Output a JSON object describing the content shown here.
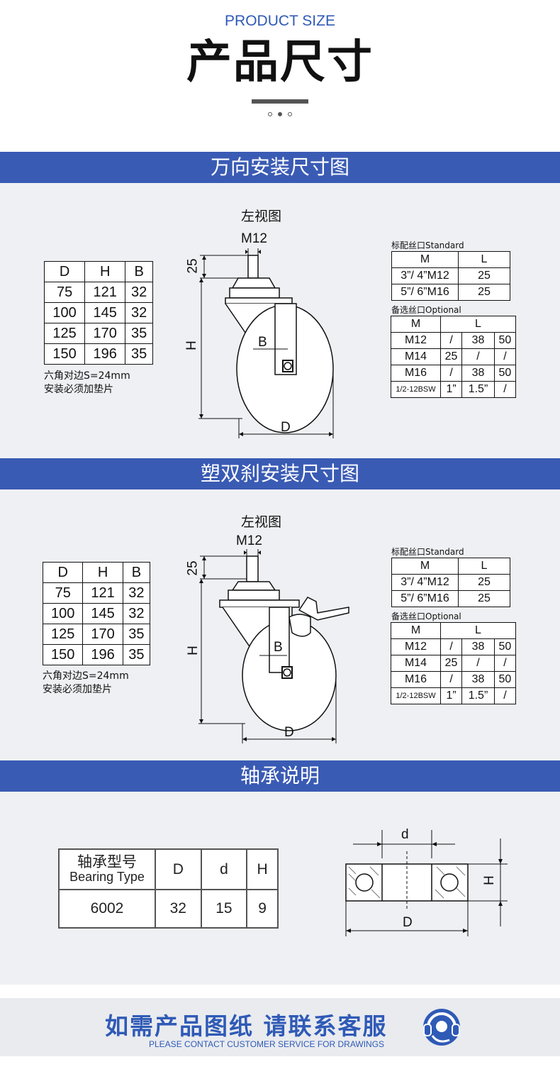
{
  "header": {
    "title_en": "PRODUCT SIZE",
    "title_cn": "产品尺寸"
  },
  "sections": {
    "swivel": {
      "band": "万向安装尺寸图",
      "view_label": "左视图",
      "thread_label": "M12",
      "dim_25": "25",
      "dim_h": "H",
      "dim_b": "B",
      "dim_d": "D",
      "dims_table": {
        "headers": [
          "D",
          "H",
          "B"
        ],
        "rows": [
          [
            "75",
            "121",
            "32"
          ],
          [
            "100",
            "145",
            "32"
          ],
          [
            "125",
            "170",
            "35"
          ],
          [
            "150",
            "196",
            "35"
          ]
        ]
      },
      "note_1": "六角对边S=24mm",
      "note_2": "安装必须加垫片",
      "standard_title": "标配丝口Standard",
      "standard_table": {
        "headers": [
          "M",
          "L"
        ],
        "rows": [
          [
            "3”/ 4”M12",
            "25"
          ],
          [
            "5”/ 6”M16",
            "25"
          ]
        ]
      },
      "optional_title": "备选丝口Optional",
      "optional_table": {
        "headers": [
          "M",
          "L"
        ],
        "rows": [
          [
            "M12",
            "/",
            "38",
            "50"
          ],
          [
            "M14",
            "25",
            "/",
            "/"
          ],
          [
            "M16",
            "/",
            "38",
            "50"
          ],
          [
            "1/2-12BSW",
            "1”",
            "1.5”",
            "/"
          ]
        ]
      }
    },
    "brake": {
      "band": "塑双刹安装尺寸图",
      "view_label": "左视图",
      "thread_label": "M12",
      "dim_25": "25",
      "dim_h": "H",
      "dim_b": "B",
      "dim_d": "D",
      "dims_table": {
        "headers": [
          "D",
          "H",
          "B"
        ],
        "rows": [
          [
            "75",
            "121",
            "32"
          ],
          [
            "100",
            "145",
            "32"
          ],
          [
            "125",
            "170",
            "35"
          ],
          [
            "150",
            "196",
            "35"
          ]
        ]
      },
      "note_1": "六角对边S=24mm",
      "note_2": "安装必须加垫片",
      "standard_title": "标配丝口Standard",
      "standard_table": {
        "headers": [
          "M",
          "L"
        ],
        "rows": [
          [
            "3”/ 4”M12",
            "25"
          ],
          [
            "5”/ 6”M16",
            "25"
          ]
        ]
      },
      "optional_title": "备选丝口Optional",
      "optional_table": {
        "headers": [
          "M",
          "L"
        ],
        "rows": [
          [
            "M12",
            "/",
            "38",
            "50"
          ],
          [
            "M14",
            "25",
            "/",
            "/"
          ],
          [
            "M16",
            "/",
            "38",
            "50"
          ],
          [
            "1/2-12BSW",
            "1”",
            "1.5”",
            "/"
          ]
        ]
      }
    },
    "bearing": {
      "band": "轴承说明",
      "header_type_cn": "轴承型号",
      "header_type_en": "Bearing Type",
      "header_d_big": "D",
      "header_d_small": "d",
      "header_h": "H",
      "type_value": "6002",
      "d_big_value": "32",
      "d_small_value": "15",
      "h_value": "9",
      "diagram_d_small": "d",
      "diagram_h": "H",
      "diagram_d_big": "D"
    }
  },
  "footer": {
    "title_cn": "如需产品图纸 请联系客服",
    "title_en": "PLEASE CONTACT CUSTOMER SERVICE FOR DRAWINGS",
    "icon": "headset-icon"
  }
}
